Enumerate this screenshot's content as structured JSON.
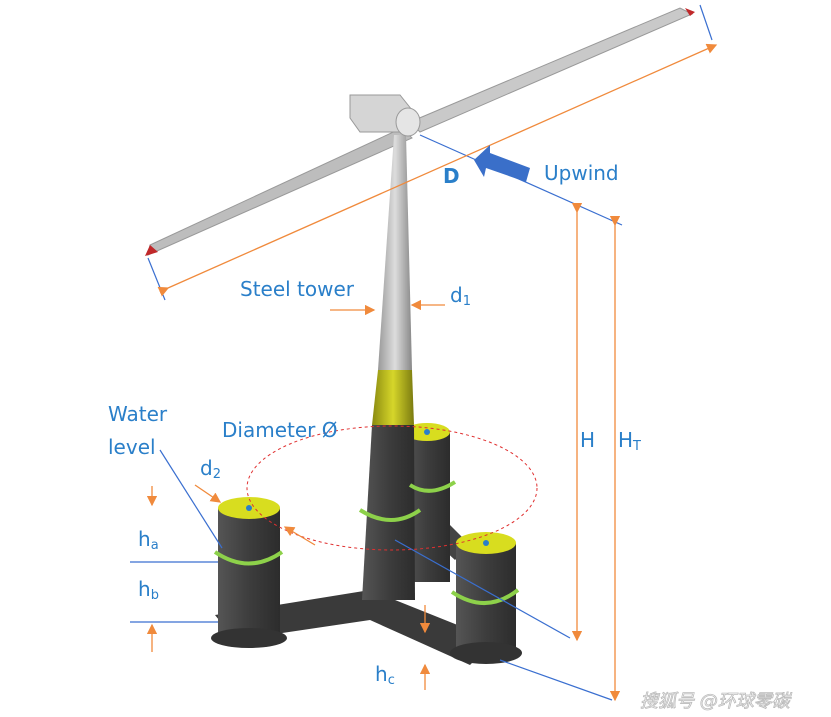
{
  "labels": {
    "rotor_diameter": "D",
    "upwind": "Upwind",
    "steel_tower": "Steel tower",
    "tower_diameter": "d",
    "tower_diameter_sub": "1",
    "water_level_line1": "Water",
    "water_level_line2": "level",
    "diameter": "Diameter Ø",
    "column_diameter": "d",
    "column_diameter_sub": "2",
    "ha": "h",
    "ha_sub": "a",
    "hb": "h",
    "hb_sub": "b",
    "hc": "h",
    "hc_sub": "c",
    "hub_height": "H",
    "total_height": "H",
    "total_height_sub": "T"
  },
  "watermark": "搜狐号 @环球零碳",
  "colors": {
    "label": "#2a7fc9",
    "dimension": "#f08a3c",
    "guide": "#3a6fd0",
    "float": "#8dd14a",
    "cap": "#d8dd1f",
    "hull": "#4a4a4a"
  }
}
